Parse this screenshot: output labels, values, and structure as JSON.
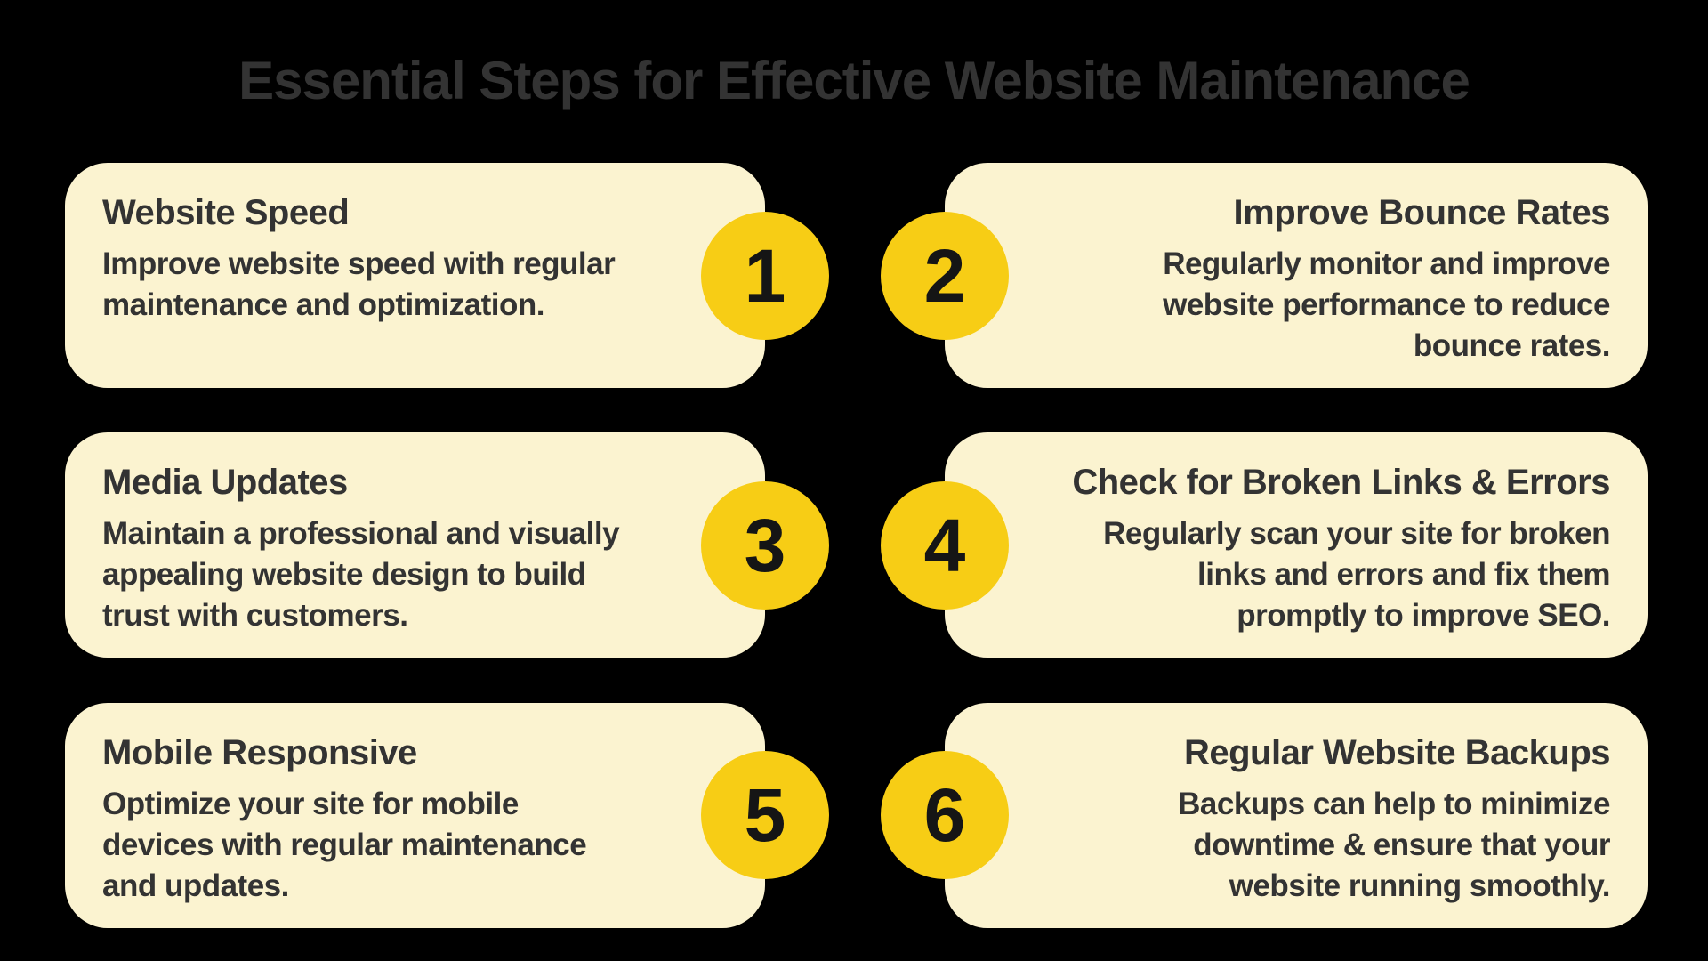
{
  "page": {
    "title": "Essential Steps for Effective Website Maintenance"
  },
  "colors": {
    "page_bg": "#000000",
    "title_color": "#333333",
    "card_bg": "#FBF3D0",
    "circle_bg": "#F7CD15",
    "text_color": "#333333",
    "number_color": "#151515"
  },
  "cards": [
    {
      "number": "1",
      "title": "Website Speed",
      "body": "Improve website speed with regular\nmaintenance and optimization."
    },
    {
      "number": "2",
      "title": "Improve Bounce Rates",
      "body": "Regularly monitor and improve\nwebsite performance to reduce\nbounce rates."
    },
    {
      "number": "3",
      "title": "Media Updates",
      "body": "Maintain a professional and visually\nappealing website design to build\ntrust with customers."
    },
    {
      "number": "4",
      "title": "Check for Broken Links & Errors",
      "body": "Regularly scan your site for broken\nlinks and errors and fix them\npromptly to improve SEO."
    },
    {
      "number": "5",
      "title": "Mobile Responsive",
      "body": "Optimize your site for mobile\ndevices with regular maintenance\nand updates."
    },
    {
      "number": "6",
      "title": "Regular Website Backups",
      "body": "Backups can help to minimize\ndowntime & ensure that your\nwebsite running smoothly."
    }
  ]
}
